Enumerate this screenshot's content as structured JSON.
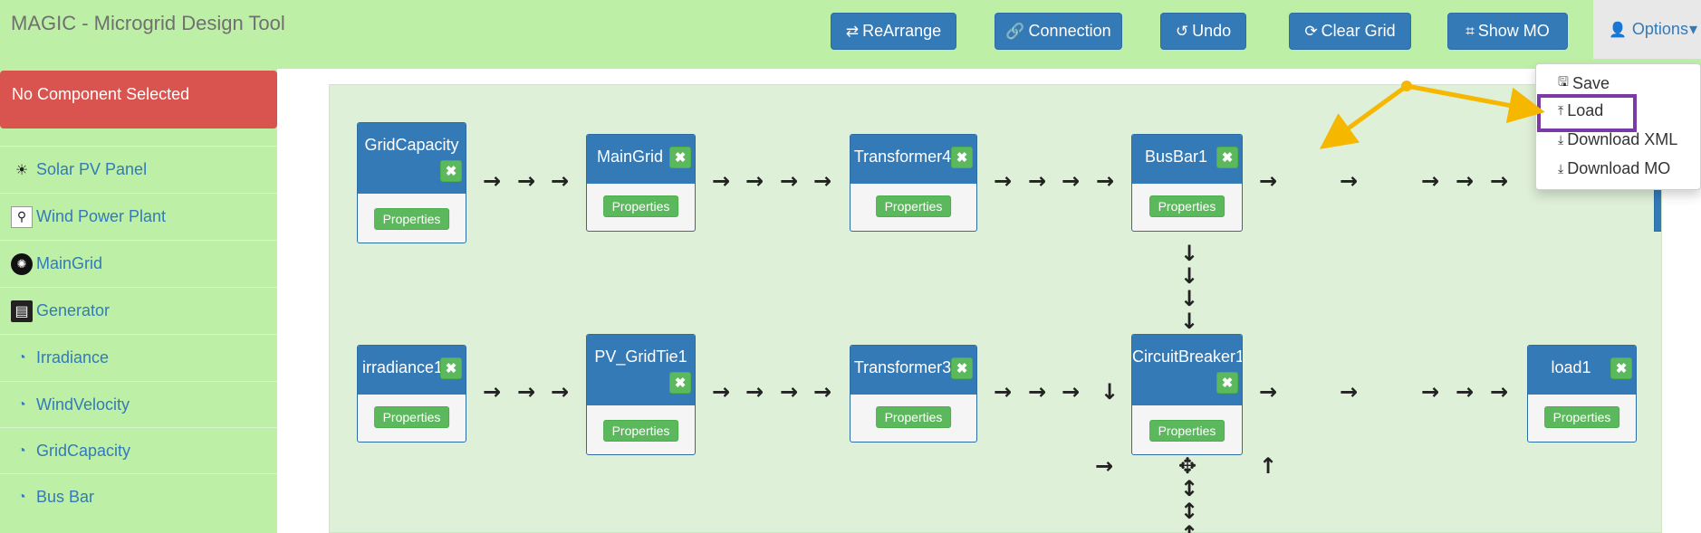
{
  "app_title": "MAGIC - Microgrid Design Tool",
  "toolbar": {
    "rearrange": {
      "icon": "⇄",
      "label": "ReArrange"
    },
    "connection": {
      "icon": "🔗",
      "label": "Connection"
    },
    "undo": {
      "icon": "↺",
      "label": "Undo"
    },
    "clear_grid": {
      "icon": "⟳",
      "label": "Clear Grid"
    },
    "show_mo": {
      "icon": "⌗",
      "label": "Show MO"
    },
    "options": {
      "icon": "👤",
      "label": "Options",
      "caret": "▾"
    }
  },
  "sidebar": {
    "selected": "No Component Selected",
    "items": [
      {
        "label": "Solar PV Panel",
        "icon": "solar-panel-icon",
        "glyph": "☀"
      },
      {
        "label": "Wind Power Plant",
        "icon": "wind-turbine-icon",
        "glyph": "⚲"
      },
      {
        "label": "MainGrid",
        "icon": "main-grid-icon",
        "glyph": "✺"
      },
      {
        "label": "Generator",
        "icon": "generator-icon",
        "glyph": "▤"
      },
      {
        "label": "Irradiance",
        "icon": "dashboard-icon",
        "glyph": "◔"
      },
      {
        "label": "WindVelocity",
        "icon": "dashboard-icon",
        "glyph": "◔"
      },
      {
        "label": "GridCapacity",
        "icon": "dashboard-icon",
        "glyph": "◔"
      },
      {
        "label": "Bus Bar",
        "icon": "dashboard-icon",
        "glyph": "◔"
      }
    ]
  },
  "nodes": [
    {
      "title": "GridCapacity",
      "delete": "✖",
      "props": "Properties"
    },
    {
      "title": "MainGrid",
      "delete": "✖",
      "props": "Properties"
    },
    {
      "title": "Transformer4",
      "delete": "✖",
      "props": "Properties"
    },
    {
      "title": "BusBar1",
      "delete": "✖",
      "props": "Properties"
    },
    {
      "title": "irradiance1",
      "delete": "✖",
      "props": "Properties"
    },
    {
      "title": "PV_GridTie1",
      "delete": "✖",
      "props": "Properties"
    },
    {
      "title": "Transformer3",
      "delete": "✖",
      "props": "Properties"
    },
    {
      "title": "CircuitBreaker1",
      "delete": "✖",
      "props": "Properties"
    },
    {
      "title": "load1",
      "delete": "✖",
      "props": "Properties"
    }
  ],
  "arrow_glyphs": {
    "right": "→",
    "down": "↓",
    "up": "↑",
    "vertical": "↕",
    "move": "✥"
  },
  "options_menu": [
    {
      "label": "Save",
      "icon": "save-icon",
      "glyph": "🖫"
    },
    {
      "label": "Load",
      "icon": "upload-icon",
      "glyph": "⤒"
    },
    {
      "label": "Download XML",
      "icon": "download-icon",
      "glyph": "⤓"
    },
    {
      "label": "Download MO",
      "icon": "download-icon",
      "glyph": "⤓"
    }
  ],
  "colors": {
    "topbar_bg": "#bdf0a6",
    "primary_button": "#337ab7",
    "danger_banner": "#d9534f",
    "success_button": "#5cb85c",
    "canvas_bg": "#dff0d8",
    "annotation_arrow": "#f5b700",
    "highlight_box": "#7c3aa6"
  }
}
